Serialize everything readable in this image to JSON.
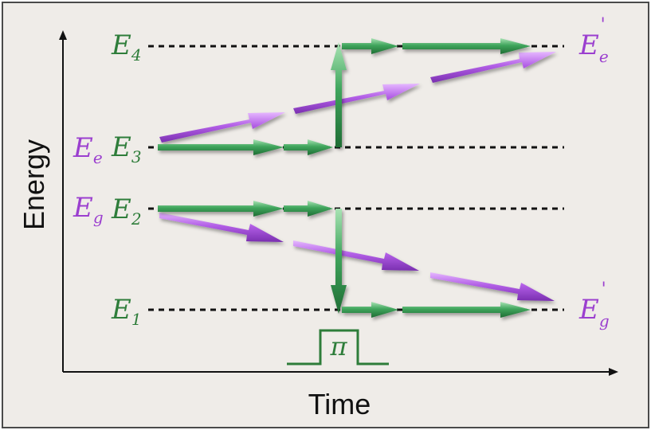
{
  "axes": {
    "y_label": "Energy",
    "x_label": "Time"
  },
  "levels": {
    "e4": {
      "base": "E",
      "sub": "4"
    },
    "e3": {
      "base": "E",
      "sub": "3"
    },
    "e2": {
      "base": "E",
      "sub": "2"
    },
    "e1": {
      "base": "E",
      "sub": "1"
    }
  },
  "states": {
    "ee": {
      "base": "E",
      "sub": "e"
    },
    "eg": {
      "base": "E",
      "sub": "g"
    },
    "ee_prime": {
      "base": "E",
      "sub": "e",
      "sup": "'"
    },
    "eg_prime": {
      "base": "E",
      "sub": "g",
      "sup": "'"
    }
  },
  "pulse": {
    "label": "π"
  },
  "colors": {
    "green": "#2e8b4a",
    "green_label": "#2e7d3a",
    "purple": "#a64fd6",
    "purple_label": "#9b3fcf",
    "axis": "#111111",
    "frame_bg": "#efece8"
  }
}
